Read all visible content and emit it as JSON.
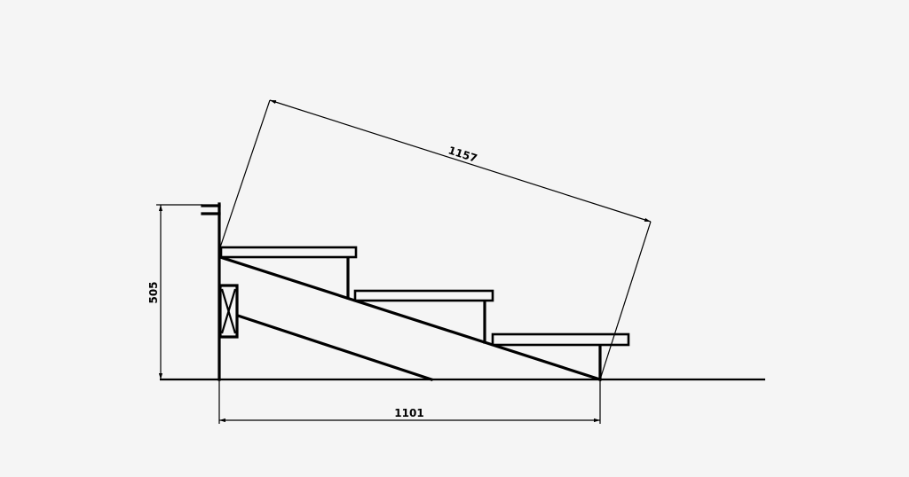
{
  "drawing": {
    "dimensions": {
      "diagonal": "1157",
      "height": "505",
      "width": "1101"
    },
    "step_count": 3,
    "colors": {
      "line": "#000000",
      "background": "#f5f5f5"
    }
  }
}
